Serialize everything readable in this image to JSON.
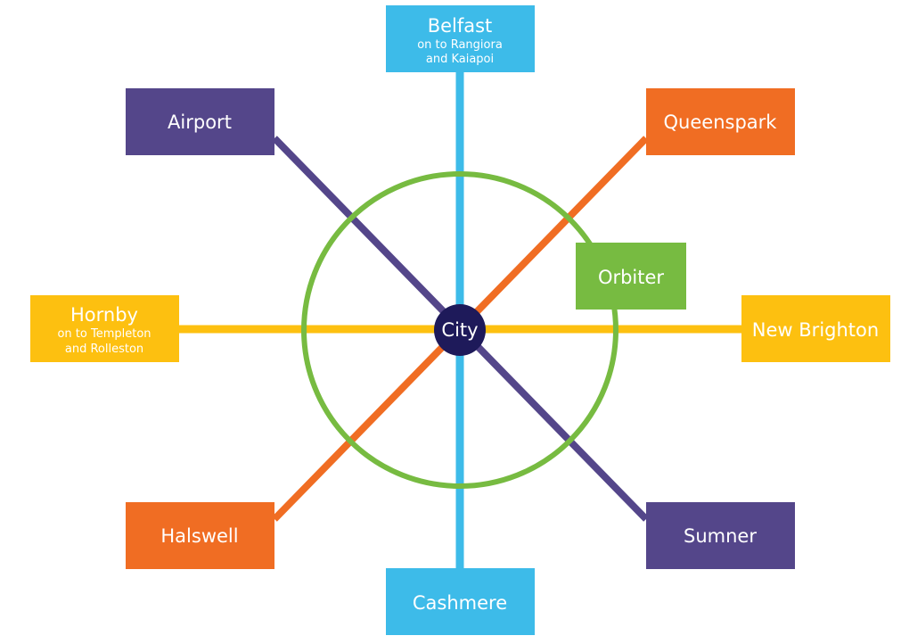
{
  "colors": {
    "blue": "#3dbbe9",
    "purple": "#54468a",
    "orange": "#f06d23",
    "yellow": "#fdc010",
    "green": "#77bb41",
    "navy": "#1e1a5a"
  },
  "hub": {
    "label": "City"
  },
  "stops": {
    "belfast": {
      "label": "Belfast",
      "sub1": "on to Rangiora",
      "sub2": "and Kaiapoi"
    },
    "airport": {
      "label": "Airport"
    },
    "queenspark": {
      "label": "Queenspark"
    },
    "hornby": {
      "label": "Hornby",
      "sub1": "on to Templeton",
      "sub2": "and Rolleston"
    },
    "new_brighton": {
      "label": "New Brighton"
    },
    "orbiter": {
      "label": "Orbiter"
    },
    "halswell": {
      "label": "Halswell"
    },
    "sumner": {
      "label": "Sumner"
    },
    "cashmere": {
      "label": "Cashmere"
    }
  }
}
